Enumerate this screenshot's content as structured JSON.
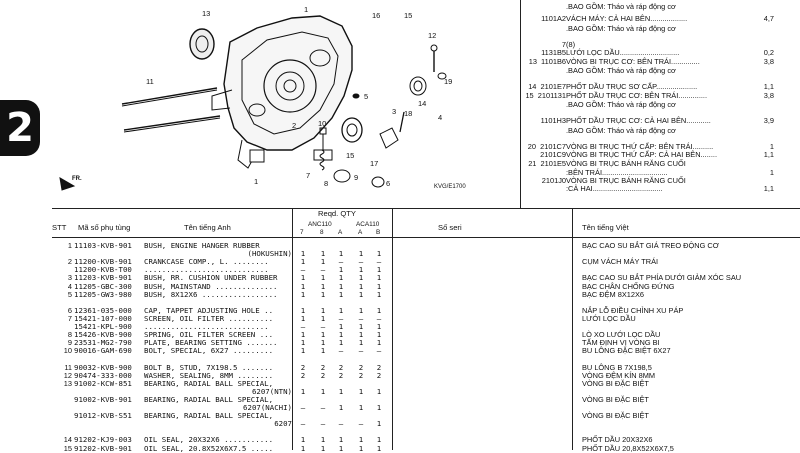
{
  "chapter_tab": "2",
  "diagram": {
    "code": "KVG/E1700",
    "fr_label": "FR.",
    "callouts": [
      {
        "id": "c13",
        "n": "13"
      },
      {
        "id": "c1",
        "n": "1"
      },
      {
        "id": "c16",
        "n": "16"
      },
      {
        "id": "c15a",
        "n": "15"
      },
      {
        "id": "c12",
        "n": "12"
      },
      {
        "id": "c19",
        "n": "19"
      },
      {
        "id": "c14",
        "n": "14"
      },
      {
        "id": "c11",
        "n": "11"
      },
      {
        "id": "c5",
        "n": "5"
      },
      {
        "id": "c3",
        "n": "3"
      },
      {
        "id": "c18",
        "n": "18"
      },
      {
        "id": "c4",
        "n": "4"
      },
      {
        "id": "c2",
        "n": "2"
      },
      {
        "id": "c10",
        "n": "10"
      },
      {
        "id": "c15b",
        "n": "15"
      },
      {
        "id": "c7",
        "n": "7"
      },
      {
        "id": "c8",
        "n": "8"
      },
      {
        "id": "c9",
        "n": "9"
      },
      {
        "id": "c17",
        "n": "17"
      },
      {
        "id": "c6",
        "n": "6"
      },
      {
        "id": "c1b",
        "n": "1"
      }
    ]
  },
  "right_panel": [
    {
      "l": "",
      "c": ".BAO GỒM: Tháo và ráp động cơ",
      "q": ""
    },
    {
      "l": "1101A2",
      "c": "VÁCH MÁY: CẢ HAI BÊN..................",
      "q": "4,7"
    },
    {
      "l": "",
      "c": ".BAO GỒM: Tháo và ráp động cơ",
      "q": ""
    },
    {
      "l": "7",
      "c": "(8)",
      "q": ""
    },
    {
      "l": "1131B5",
      "c": "LƯỚI LỌC DẦU.............................",
      "q": "0,2"
    },
    {
      "l": "13  1101B6",
      "c": "VÒNG BI TRỤC CƠ: BÊN TRÁI..............",
      "q": "3,8"
    },
    {
      "l": "",
      "c": ".BAO GỒM: Tháo và ráp động cơ",
      "q": ""
    },
    {
      "l": "14  2101E7",
      "c": "PHỐT DẦU TRỤC SƠ CẤP....................",
      "q": "1,1"
    },
    {
      "l": "15  2101131",
      "c": "PHỐT DẦU TRỤC CƠ: BÊN TRÁI..............",
      "q": "3,8"
    },
    {
      "l": "",
      "c": ".BAO GỒM: Tháo và ráp động cơ",
      "q": ""
    },
    {
      "l": "1101H3",
      "c": "PHỐT DẦU TRỤC CƠ: CẢ HAI BÊN............",
      "q": "3,9"
    },
    {
      "l": "",
      "c": ".BAO GỒM: Tháo và ráp động cơ",
      "q": ""
    },
    {
      "l": "20  2101C7",
      "c": "VÒNG BI TRỤC THỨ CẤP: BÊN TRÁI..........",
      "q": "1"
    },
    {
      "l": "2101C9",
      "c": "VÒNG BI TRỤC THỨ CẤP: CẢ HAI BÊN........",
      "q": "1,1"
    },
    {
      "l": "21  2101E5",
      "c": "VÒNG BI TRỤC BÁNH RĂNG CUỐI",
      "q": ""
    },
    {
      "l": "",
      "c": ":BÊN TRÁI................................",
      "q": "1"
    },
    {
      "l": "2101J0",
      "c": "VÒNG BI TRỤC BÁNH RĂNG CUỐI",
      "q": ""
    },
    {
      "l": "",
      "c": ":CẢ HAI..................................",
      "q": "1,1"
    }
  ],
  "table": {
    "headers": {
      "stt": "STT",
      "part_no": "Mã số phụ tùng",
      "name_en": "Tên tiếng Anh",
      "reqd_qty": "Reqd. QTY",
      "anc110": "ANC110",
      "aca110": "ACA110",
      "cols": [
        "7",
        "8",
        "A",
        "A",
        "B"
      ],
      "serial": "Số seri",
      "name_vi": "Tên tiếng Việt"
    },
    "rows": [
      {
        "stt": "1",
        "pn": "11103-KVB-901",
        "en": "BUSH, ENGINE HANGER RUBBER",
        "q": [
          "",
          "",
          "",
          "",
          ""
        ],
        "vi": "BẠC CAO SU BẮT GIÁ TREO ĐỘNG CƠ"
      },
      {
        "stt": "",
        "pn": "",
        "en": "(HOKUSHIN)",
        "q": [
          "1",
          "1",
          "1",
          "1",
          "1"
        ],
        "vi": "",
        "right": true
      },
      {
        "stt": "2",
        "pn": "11200-KVB-901",
        "en": "CRANKCASE COMP., L. ........",
        "q": [
          "1",
          "1",
          "–",
          "–",
          "–"
        ],
        "vi": "CỤM VÁCH MÁY TRÁI"
      },
      {
        "stt": "",
        "pn": "11200-KVB-T00",
        "en": "............................",
        "q": [
          "–",
          "–",
          "1",
          "1",
          "1"
        ],
        "vi": ""
      },
      {
        "stt": "3",
        "pn": "11203-KVB-901",
        "en": "BUSH, RR. CUSHION UNDER RUBBER",
        "q": [
          "1",
          "1",
          "1",
          "1",
          "1"
        ],
        "vi": "BẠC CAO SU BẮT PHÍA DƯỚI GIẢM XÓC SAU"
      },
      {
        "stt": "4",
        "pn": "11205-GBC-300",
        "en": "BUSH, MAINSTAND ..............",
        "q": [
          "1",
          "1",
          "1",
          "1",
          "1"
        ],
        "vi": "BẠC CHÂN CHỐNG ĐỨNG"
      },
      {
        "stt": "5",
        "pn": "11205-GW3-980",
        "en": "BUSH, 8X12X6 .................",
        "q": [
          "1",
          "1",
          "1",
          "1",
          "1"
        ],
        "vi": "BẠC ĐỆM 8X12X6"
      },
      {
        "stt": "",
        "pn": "",
        "en": "",
        "q": [
          "",
          "",
          "",
          "",
          ""
        ],
        "vi": ""
      },
      {
        "stt": "6",
        "pn": "12361-035-000",
        "en": "CAP, TAPPET ADJUSTING HOLE ..",
        "q": [
          "1",
          "1",
          "1",
          "1",
          "1"
        ],
        "vi": "NẮP LỖ ĐIỀU CHỈNH XU PÁP"
      },
      {
        "stt": "7",
        "pn": "15421-107-000",
        "en": "SCREEN, OIL FILTER ..........",
        "q": [
          "1",
          "1",
          "–",
          "–",
          "–"
        ],
        "vi": "LƯỚI LỌC DẦU"
      },
      {
        "stt": "",
        "pn": "15421-KPL-900",
        "en": "............................",
        "q": [
          "–",
          "–",
          "1",
          "1",
          "1"
        ],
        "vi": ""
      },
      {
        "stt": "8",
        "pn": "15426-KVB-900",
        "en": "SPRING, OIL FILTER SCREEN ...",
        "q": [
          "1",
          "1",
          "1",
          "1",
          "1"
        ],
        "vi": "LÒ XO LƯỚI LỌC DẦU"
      },
      {
        "stt": "9",
        "pn": "23531-MG2-790",
        "en": "PLATE, BEARING SETTING .......",
        "q": [
          "1",
          "1",
          "1",
          "1",
          "1"
        ],
        "vi": "TẤM ĐỊNH VỊ VÒNG BI"
      },
      {
        "stt": "10",
        "pn": "90016-GAM-690",
        "en": "BOLT, SPECIAL, 6X27 .........",
        "q": [
          "1",
          "1",
          "–",
          "–",
          "–"
        ],
        "vi": "BU LÔNG ĐẶC BIỆT 6X27"
      },
      {
        "stt": "",
        "pn": "",
        "en": "",
        "q": [
          "",
          "",
          "",
          "",
          ""
        ],
        "vi": ""
      },
      {
        "stt": "11",
        "pn": "90032-KVB-900",
        "en": "BOLT B, STUD, 7X198.5 .......",
        "q": [
          "2",
          "2",
          "2",
          "2",
          "2"
        ],
        "vi": "BU LÔNG B 7X198,5"
      },
      {
        "stt": "12",
        "pn": "90474-333-000",
        "en": "WASHER, SEALING, 8MM ........",
        "q": [
          "2",
          "2",
          "2",
          "2",
          "2"
        ],
        "vi": "VÒNG ĐỆM KÍN 8MM"
      },
      {
        "stt": "13",
        "pn": "91002-KCW-851",
        "en": "BEARING, RADIAL BALL SPECIAL,",
        "q": [
          "",
          "",
          "",
          "",
          ""
        ],
        "vi": "VÒNG BI ĐẶC BIỆT"
      },
      {
        "stt": "",
        "pn": "",
        "en": "6207(NTN)",
        "q": [
          "1",
          "1",
          "1",
          "1",
          "1"
        ],
        "vi": "",
        "right": true
      },
      {
        "stt": "",
        "pn": "91002-KVB-901",
        "en": "BEARING, RADIAL BALL SPECIAL,",
        "q": [
          "",
          "",
          "",
          "",
          ""
        ],
        "vi": "VÒNG BI ĐẶC BIỆT"
      },
      {
        "stt": "",
        "pn": "",
        "en": "6207(NACHI)",
        "q": [
          "–",
          "–",
          "1",
          "1",
          "1"
        ],
        "vi": "",
        "right": true
      },
      {
        "stt": "",
        "pn": "91012-KVB-S51",
        "en": "BEARING, RADIAL BALL SPECIAL,",
        "q": [
          "",
          "",
          "",
          "",
          ""
        ],
        "vi": "VÒNG BI ĐẶC BIỆT"
      },
      {
        "stt": "",
        "pn": "",
        "en": "6207",
        "q": [
          "–",
          "–",
          "–",
          "–",
          "1"
        ],
        "vi": "",
        "right": true
      },
      {
        "stt": "",
        "pn": "",
        "en": "",
        "q": [
          "",
          "",
          "",
          "",
          ""
        ],
        "vi": ""
      },
      {
        "stt": "14",
        "pn": "91202-KJ9-003",
        "en": "OIL SEAL, 20X32X6 ...........",
        "q": [
          "1",
          "1",
          "1",
          "1",
          "1"
        ],
        "vi": "PHỐT DẦU 20X32X6"
      },
      {
        "stt": "15",
        "pn": "91202-KVB-901",
        "en": "OIL SEAL, 20.8X52X6X7.5 .....",
        "q": [
          "1",
          "1",
          "1",
          "1",
          "1"
        ],
        "vi": "PHỐT DẦU 20,8X52X6X7,5"
      }
    ]
  }
}
